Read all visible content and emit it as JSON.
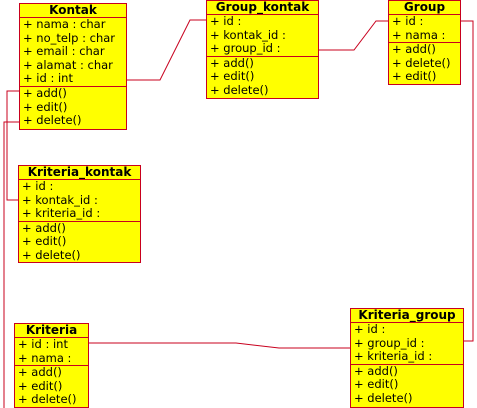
{
  "line_color": "#c8001e",
  "fill_color": "#ffff00",
  "classes": {
    "kontak": {
      "name": "Kontak",
      "attributes": [
        "+ nama : char",
        "+ no_telp : char",
        "+ email : char",
        "+ alamat : char",
        "+ id : int"
      ],
      "methods": [
        "+ add()",
        "+ edit()",
        "+ delete()"
      ]
    },
    "group_kontak": {
      "name": "Group_kontak",
      "attributes": [
        "+ id :",
        "+ kontak_id :",
        "+ group_id :"
      ],
      "methods": [
        "+ add()",
        "+ edit()",
        "+ delete()"
      ]
    },
    "group": {
      "name": "Group",
      "attributes": [
        "+ id :",
        "+ nama :"
      ],
      "methods": [
        "+ add()",
        "+ delete()",
        "+ edit()"
      ]
    },
    "kriteria_kontak": {
      "name": "Kriteria_kontak",
      "attributes": [
        "+ id :",
        "+ kontak_id :",
        "+ kriteria_id :"
      ],
      "methods": [
        "+ add()",
        "+ edit()",
        "+ delete()"
      ]
    },
    "kriteria": {
      "name": "Kriteria",
      "attributes": [
        "+ id : int",
        "+ nama :"
      ],
      "methods": [
        "+ add()",
        "+ edit()",
        "+ delete()"
      ]
    },
    "kriteria_group": {
      "name": "Kriteria_group",
      "attributes": [
        "+ id :",
        "+ group_id :",
        "+ kriteria_id :"
      ],
      "methods": [
        "+ add()",
        "+ edit()",
        "+ delete()"
      ]
    }
  }
}
